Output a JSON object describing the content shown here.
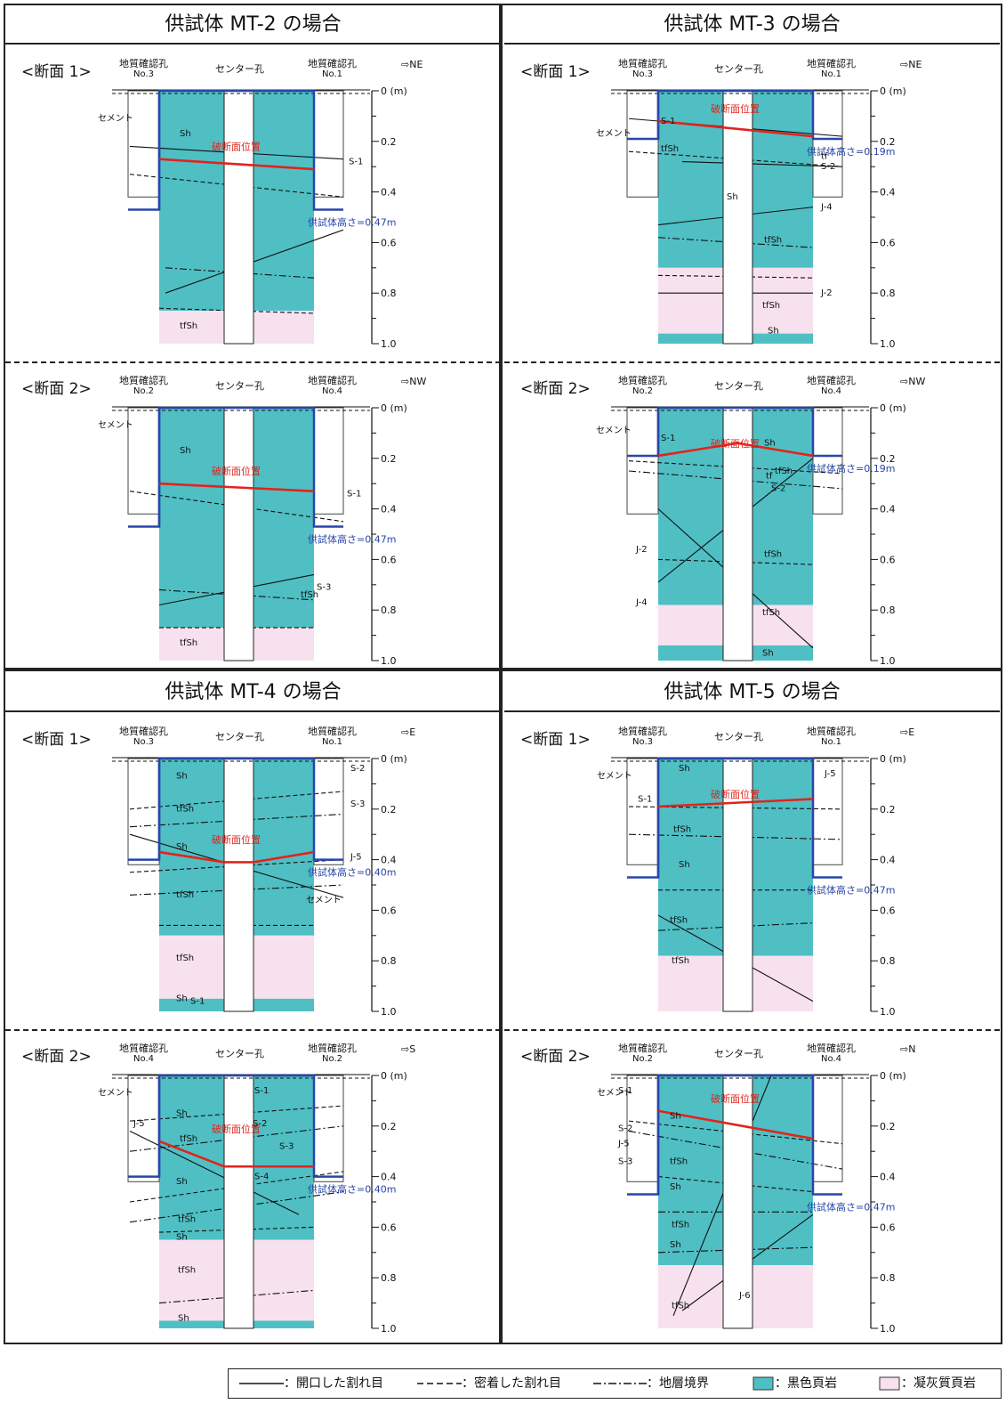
{
  "figures": [
    {
      "title": "供試体 MT-2 の場合",
      "sections": [
        {
          "name": "<断面 1>",
          "left_hole": [
            "地質確認孔",
            "No.3"
          ],
          "center_hole": "センター孔",
          "right_hole": [
            "地質確認孔",
            "No.1"
          ],
          "direction": "NE",
          "height_label": "供試体高さ=0.47m",
          "specimen_height": 0.47,
          "break_label": "破断面位置",
          "labels": [
            {
              "text": "Sh"
            },
            {
              "text": "tfSh"
            },
            {
              "text": "S-1"
            },
            {
              "text": "セメント"
            }
          ]
        },
        {
          "name": "<断面 2>",
          "left_hole": [
            "地質確認孔",
            "No.2"
          ],
          "center_hole": "センター孔",
          "right_hole": [
            "地質確認孔",
            "No.4"
          ],
          "direction": "NW",
          "height_label": "供試体高さ=0.47m",
          "specimen_height": 0.47,
          "break_label": "破断面位置",
          "labels": [
            {
              "text": "Sh"
            },
            {
              "text": "tfSh"
            },
            {
              "text": "tfSh"
            },
            {
              "text": "S-1"
            },
            {
              "text": "S-3"
            },
            {
              "text": "セメント"
            }
          ]
        }
      ]
    },
    {
      "title": "供試体 MT-3 の場合",
      "sections": [
        {
          "name": "<断面 1>",
          "left_hole": [
            "地質確認孔",
            "No.3"
          ],
          "center_hole": "センター孔",
          "right_hole": [
            "地質確認孔",
            "No.1"
          ],
          "direction": "NE",
          "height_label": "供試体高さ=0.19m",
          "specimen_height": 0.19,
          "break_label": "破断面位置",
          "labels": [
            {
              "text": "S-1"
            },
            {
              "text": "tfSh"
            },
            {
              "text": "Sh"
            },
            {
              "text": "tfSh"
            },
            {
              "text": "tfSh"
            },
            {
              "text": "Sh"
            },
            {
              "text": "S-2"
            },
            {
              "text": "J-4"
            },
            {
              "text": "J-2"
            },
            {
              "text": "tf"
            },
            {
              "text": "セメント"
            }
          ]
        },
        {
          "name": "<断面 2>",
          "left_hole": [
            "地質確認孔",
            "No.2"
          ],
          "center_hole": "センター孔",
          "right_hole": [
            "地質確認孔",
            "No.4"
          ],
          "direction": "NW",
          "height_label": "供試体高さ=0.19m",
          "specimen_height": 0.19,
          "break_label": "破断面位置",
          "labels": [
            {
              "text": "S-1"
            },
            {
              "text": "Sh"
            },
            {
              "text": "tf"
            },
            {
              "text": "tfSh"
            },
            {
              "text": "S-2"
            },
            {
              "text": "J-2"
            },
            {
              "text": "tfSh"
            },
            {
              "text": "J-4"
            },
            {
              "text": "tfSh"
            },
            {
              "text": "Sh"
            },
            {
              "text": "セメント"
            }
          ]
        }
      ]
    },
    {
      "title": "供試体 MT-4 の場合",
      "sections": [
        {
          "name": "<断面 1>",
          "left_hole": [
            "地質確認孔",
            "No.3"
          ],
          "center_hole": "センター孔",
          "right_hole": [
            "地質確認孔",
            "No.1"
          ],
          "direction": "E",
          "height_label": "供試体高さ=0.40m",
          "specimen_height": 0.4,
          "break_label": "破断面位置",
          "labels": [
            {
              "text": "Sh"
            },
            {
              "text": "tfSh"
            },
            {
              "text": "Sh"
            },
            {
              "text": "tfSh"
            },
            {
              "text": "tfSh"
            },
            {
              "text": "Sh"
            },
            {
              "text": "S-1"
            },
            {
              "text": "S-2"
            },
            {
              "text": "S-3"
            },
            {
              "text": "J-5"
            },
            {
              "text": "セメント"
            }
          ]
        },
        {
          "name": "<断面 2>",
          "left_hole": [
            "地質確認孔",
            "No.4"
          ],
          "center_hole": "センター孔",
          "right_hole": [
            "地質確認孔",
            "No.2"
          ],
          "direction": "S",
          "height_label": "供試体高さ=0.40m",
          "specimen_height": 0.4,
          "break_label": "破断面位置",
          "labels": [
            {
              "text": "Sh"
            },
            {
              "text": "tfSh"
            },
            {
              "text": "Sh"
            },
            {
              "text": "tfSh"
            },
            {
              "text": "Sh"
            },
            {
              "text": "tfSh"
            },
            {
              "text": "Sh"
            },
            {
              "text": "S-1"
            },
            {
              "text": "S-2"
            },
            {
              "text": "S-3"
            },
            {
              "text": "S-4"
            },
            {
              "text": "J-5"
            },
            {
              "text": "セメント"
            }
          ]
        }
      ]
    },
    {
      "title": "供試体 MT-5 の場合",
      "sections": [
        {
          "name": "<断面 1>",
          "left_hole": [
            "地質確認孔",
            "No.3"
          ],
          "center_hole": "センター孔",
          "right_hole": [
            "地質確認孔",
            "No.1"
          ],
          "direction": "E",
          "height_label": "供試体高さ=0.47m",
          "specimen_height": 0.47,
          "break_label": "破断面位置",
          "labels": [
            {
              "text": "Sh"
            },
            {
              "text": "tfSh"
            },
            {
              "text": "Sh"
            },
            {
              "text": "tfSh"
            },
            {
              "text": "tfSh"
            },
            {
              "text": "S-1"
            },
            {
              "text": "J-5"
            },
            {
              "text": "セメント"
            }
          ]
        },
        {
          "name": "<断面 2>",
          "left_hole": [
            "地質確認孔",
            "No.2"
          ],
          "center_hole": "センター孔",
          "right_hole": [
            "地質確認孔",
            "No.4"
          ],
          "direction": "N",
          "height_label": "供試体高さ=0.47m",
          "specimen_height": 0.47,
          "break_label": "破断面位置",
          "labels": [
            {
              "text": "Sh"
            },
            {
              "text": "tfSh"
            },
            {
              "text": "Sh"
            },
            {
              "text": "tfSh"
            },
            {
              "text": "Sh"
            },
            {
              "text": "tfSh"
            },
            {
              "text": "S-1"
            },
            {
              "text": "S-2"
            },
            {
              "text": "J-5"
            },
            {
              "text": "S-3"
            },
            {
              "text": "J-6"
            },
            {
              "text": "セメント"
            }
          ]
        }
      ]
    }
  ],
  "scale": {
    "ticks": [
      "0 (m)",
      "0.2",
      "0.4",
      "0.6",
      "0.8",
      "1.0"
    ]
  },
  "legend": {
    "open_crack": "：開口した割れ目",
    "closed_crack": "：密着した割れ目",
    "boundary": "：地層境界",
    "black_shale": "：黒色頁岩",
    "tuffaceous_shale": "：凝灰質頁岩"
  },
  "colors": {
    "black_shale": "#4fbfc4",
    "tuffaceous_shale": "#f7e1ee",
    "break": "#e0241b",
    "outline": "#2846a8",
    "height_text": "#2846a8"
  }
}
